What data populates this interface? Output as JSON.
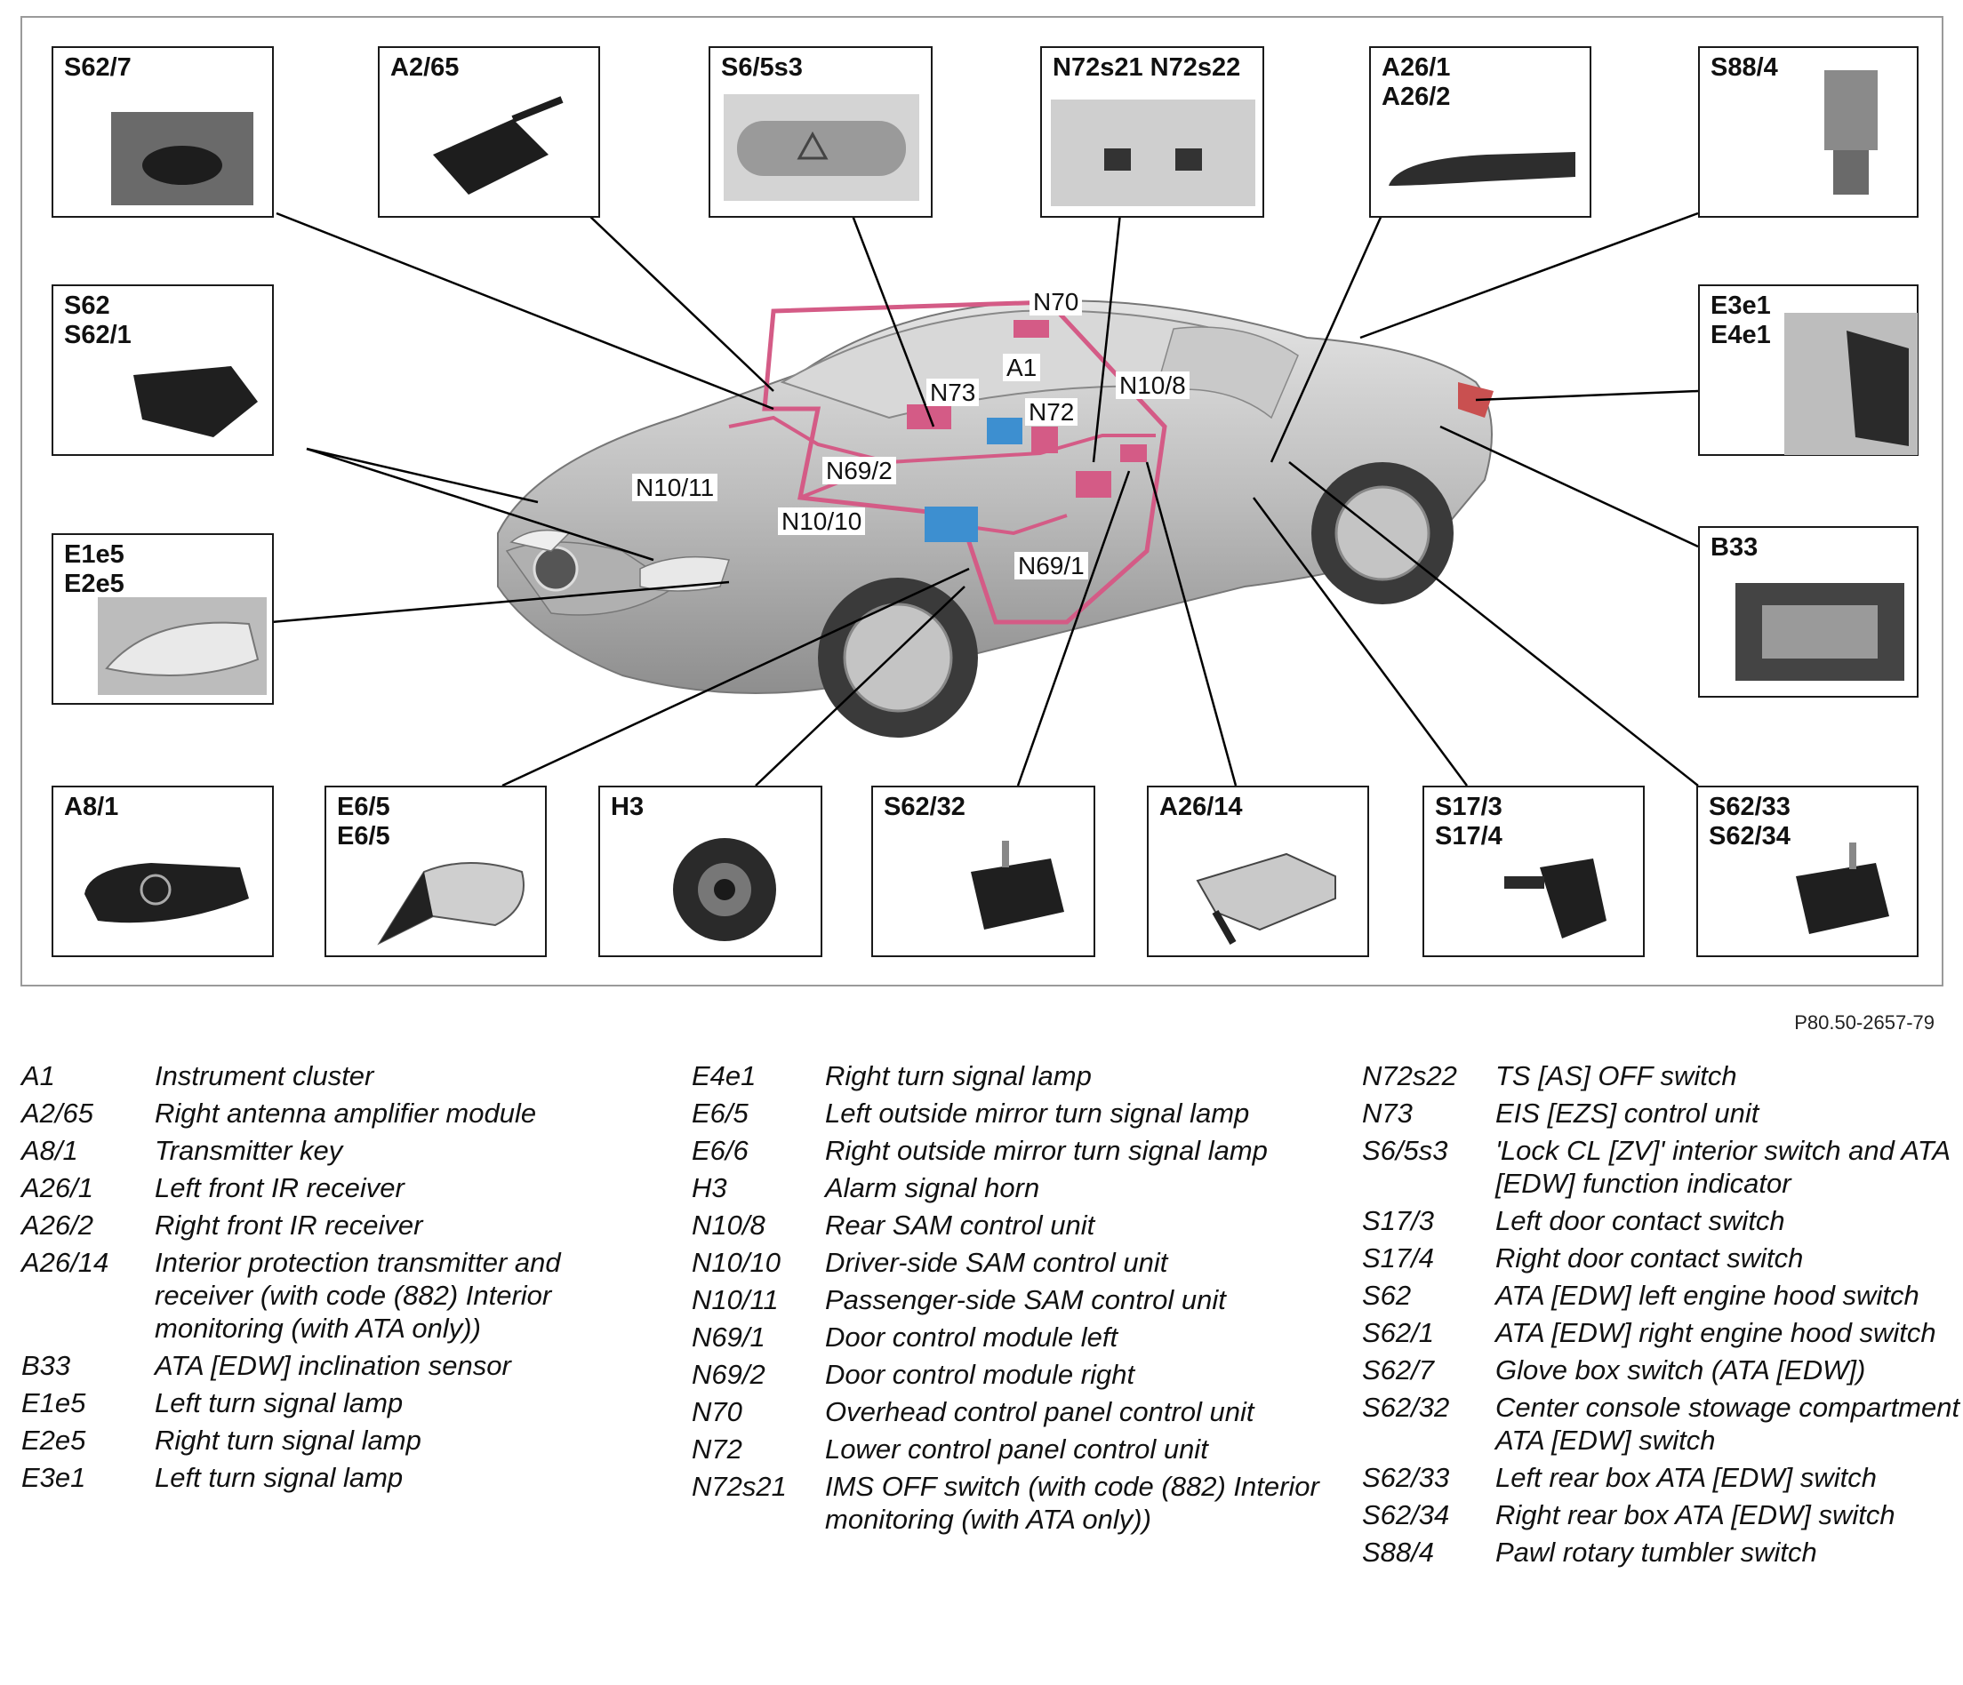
{
  "boxes": [
    {
      "id": "S62/7",
      "lines": [
        "S62/7"
      ]
    },
    {
      "id": "A2/65",
      "lines": [
        "A2/65"
      ]
    },
    {
      "id": "S6/5s3",
      "lines": [
        "S6/5s3"
      ]
    },
    {
      "id": "N72s21",
      "lines": [
        "N72s21 N72s22"
      ]
    },
    {
      "id": "A26/1",
      "lines": [
        "A26/1",
        "A26/2"
      ]
    },
    {
      "id": "S88/4",
      "lines": [
        "S88/4"
      ]
    },
    {
      "id": "S62",
      "lines": [
        "S62",
        "S62/1"
      ]
    },
    {
      "id": "E3e1",
      "lines": [
        "E3e1",
        "E4e1"
      ]
    },
    {
      "id": "E1e5",
      "lines": [
        "E1e5",
        "E2e5"
      ]
    },
    {
      "id": "B33",
      "lines": [
        "B33"
      ]
    },
    {
      "id": "A8/1",
      "lines": [
        "A8/1"
      ]
    },
    {
      "id": "E6/5",
      "lines": [
        "E6/5",
        "E6/5"
      ]
    },
    {
      "id": "H3",
      "lines": [
        "H3"
      ]
    },
    {
      "id": "S62/32",
      "lines": [
        "S62/32"
      ]
    },
    {
      "id": "A26/14",
      "lines": [
        "A26/14"
      ]
    },
    {
      "id": "S17/3",
      "lines": [
        "S17/3",
        "S17/4"
      ]
    },
    {
      "id": "S62/33",
      "lines": [
        "S62/33",
        "S62/34"
      ]
    }
  ],
  "callouts": [
    "N70",
    "A1",
    "N73",
    "N72",
    "N10/8",
    "N10/11",
    "N69/2",
    "N10/10",
    "N69/1"
  ],
  "doc_id": "P80.50-2657-79",
  "legend": [
    [
      {
        "code": "A1",
        "desc": "Instrument cluster"
      },
      {
        "code": "A2/65",
        "desc": "Right antenna amplifier module"
      },
      {
        "code": "A8/1",
        "desc": "Transmitter key"
      },
      {
        "code": "A26/1",
        "desc": "Left front IR receiver"
      },
      {
        "code": "A26/2",
        "desc": "Right front IR receiver"
      },
      {
        "code": "A26/14",
        "desc": "Interior protection transmitter and receiver (with code (882) Interior monitoring (with ATA only))"
      },
      {
        "code": "B33",
        "desc": "ATA [EDW] inclination sensor"
      },
      {
        "code": "E1e5",
        "desc": "Left turn signal lamp"
      },
      {
        "code": "E2e5",
        "desc": "Right turn signal lamp"
      },
      {
        "code": "E3e1",
        "desc": "Left turn signal lamp"
      }
    ],
    [
      {
        "code": "E4e1",
        "desc": "Right turn signal lamp"
      },
      {
        "code": "E6/5",
        "desc": "Left outside mirror turn signal lamp"
      },
      {
        "code": "E6/6",
        "desc": "Right outside mirror turn signal lamp"
      },
      {
        "code": "H3",
        "desc": "Alarm signal horn"
      },
      {
        "code": "N10/8",
        "desc": "Rear SAM control unit"
      },
      {
        "code": "N10/10",
        "desc": "Driver-side SAM control unit"
      },
      {
        "code": "N10/11",
        "desc": "Passenger-side SAM control unit"
      },
      {
        "code": "N69/1",
        "desc": "Door control module left"
      },
      {
        "code": "N69/2",
        "desc": "Door control module right"
      },
      {
        "code": "N70",
        "desc": "Overhead control panel control unit"
      },
      {
        "code": "N72",
        "desc": "Lower control panel control unit"
      },
      {
        "code": "N72s21",
        "desc": "IMS OFF switch (with code (882) Interior monitoring (with ATA only))"
      }
    ],
    [
      {
        "code": "N72s22",
        "desc": "TS [AS] OFF switch"
      },
      {
        "code": "N73",
        "desc": "EIS [EZS] control unit"
      },
      {
        "code": "S6/5s3",
        "desc": "'Lock CL [ZV]' interior switch and ATA [EDW] function indicator"
      },
      {
        "code": "S17/3",
        "desc": "Left door contact switch"
      },
      {
        "code": "S17/4",
        "desc": "Right door contact switch"
      },
      {
        "code": "S62",
        "desc": "ATA [EDW] left engine hood switch"
      },
      {
        "code": "S62/1",
        "desc": "ATA [EDW] right engine hood switch"
      },
      {
        "code": "S62/7",
        "desc": "Glove box switch (ATA [EDW])"
      },
      {
        "code": "S62/32",
        "desc": "Center console stowage compartment ATA [EDW] switch"
      },
      {
        "code": "S62/33",
        "desc": "Left rear box ATA [EDW] switch"
      },
      {
        "code": "S62/34",
        "desc": "Right rear box ATA [EDW] switch"
      },
      {
        "code": "S88/4",
        "desc": "Pawl rotary tumbler switch"
      }
    ]
  ]
}
